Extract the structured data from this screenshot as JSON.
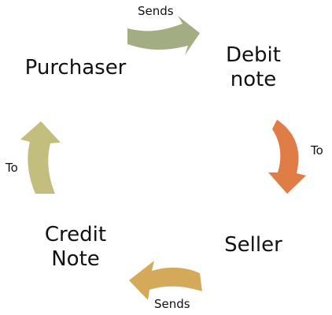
{
  "nodes": {
    "purchaser": {
      "lines": [
        "Purchaser"
      ]
    },
    "debit_note": {
      "lines": [
        "Debit",
        "note"
      ]
    },
    "seller": {
      "lines": [
        "Seller"
      ]
    },
    "credit_note": {
      "lines": [
        "Credit",
        "Note"
      ]
    }
  },
  "edges": {
    "purchaser_to_debit": {
      "label": "Sends",
      "color": "#a3ad83"
    },
    "debit_to_seller": {
      "label": "To",
      "color": "#e07d47"
    },
    "seller_to_credit": {
      "label": "Sends",
      "color": "#d4aa5a"
    },
    "credit_to_purchaser": {
      "label": "To",
      "color": "#c3bd7e"
    }
  },
  "colors": {
    "text": "#111111",
    "background": "#ffffff"
  }
}
